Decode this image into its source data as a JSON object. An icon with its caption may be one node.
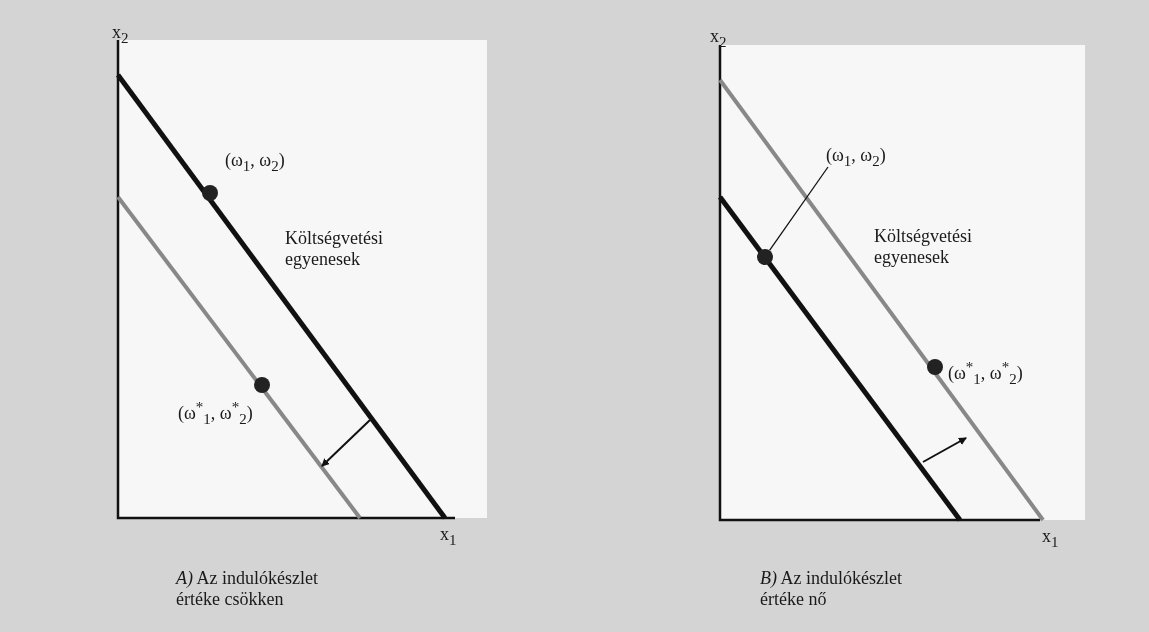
{
  "diagram": {
    "nodes": [
      {
        "text": [],
        "shape": "circle",
        "beside": [
          "(ω$_{1}$, ω$_{2}$)"
        ]
      },
      {
        "text": [],
        "shape": "circle",
        "beside": [
          "(ω$^{*}$$_{1}$, ω$^{*}$$_{2}$)"
        ]
      },
      {
        "text": [
          "(ω$_{1}$, ω$_{2}$)"
        ]
      },
      {
        "text": [],
        "shape": "circle"
      },
      {
        "text": [],
        "shape": "circle",
        "beside": [
          "(ω$^{*}$$_{1}$, ω$^{*}$$_{2}$)"
        ]
      }
    ],
    "edges": [
      {
        "from": 2,
        "to": 3,
        "arrow": "none"
      }
    ],
    "labels": [
      "x$_{2}$",
      "Költségvetési egyenesek",
      "x$_{1}$",
      "*A)* Az indulókészlet értéke csökken",
      "x$_{2}$",
      "Költségvetési egyenesek",
      "x$_{1}$",
      "*B)* Az indulókészlet értéke nő"
    ]
  }
}
